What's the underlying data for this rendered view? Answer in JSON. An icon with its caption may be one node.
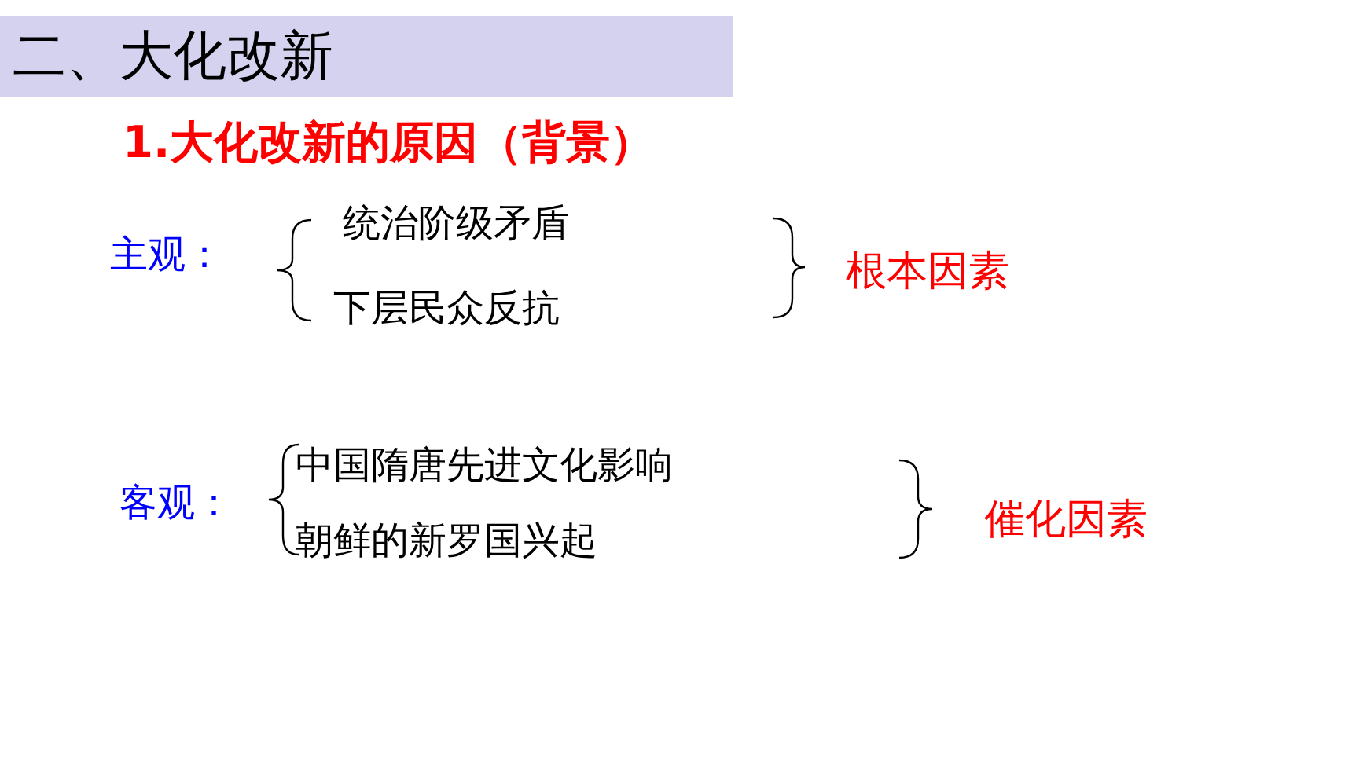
{
  "diagram": {
    "title": "二、大化改新",
    "labels": [
      "1.大化改新的原因（背景）",
      "主观：",
      "统治阶级矛盾",
      "下层民众反抗",
      "根本因素",
      "客观：",
      "中国隋唐先进文化影响",
      "朝鲜的新罗国兴起",
      "催化因素"
    ]
  }
}
